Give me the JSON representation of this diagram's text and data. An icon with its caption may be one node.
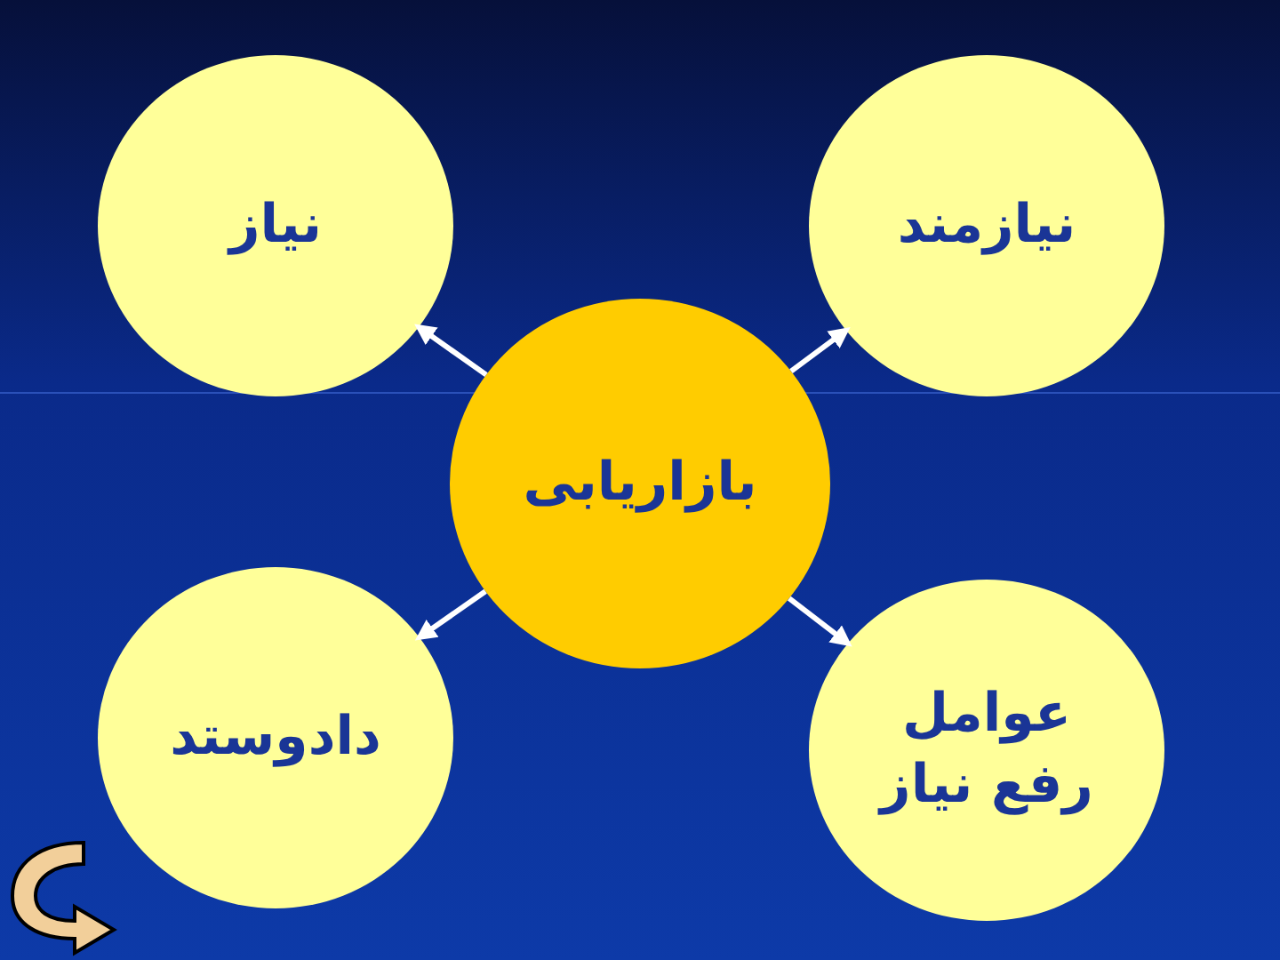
{
  "diagram": {
    "nodes": [
      {
        "text": [
          "نیاز"
        ]
      },
      {
        "text": [
          "نیازمند"
        ]
      },
      {
        "text": [
          "بازاریابی"
        ]
      },
      {
        "text": [
          "دادوستد"
        ]
      },
      {
        "text": [
          "عوامل رفع نیاز"
        ]
      }
    ],
    "edges": [
      {
        "from": 2,
        "to": 0,
        "arrow": "to"
      },
      {
        "from": 2,
        "to": 1,
        "arrow": "to"
      },
      {
        "from": 2,
        "to": 3,
        "arrow": "to"
      },
      {
        "from": 2,
        "to": 4,
        "arrow": "to"
      }
    ]
  }
}
